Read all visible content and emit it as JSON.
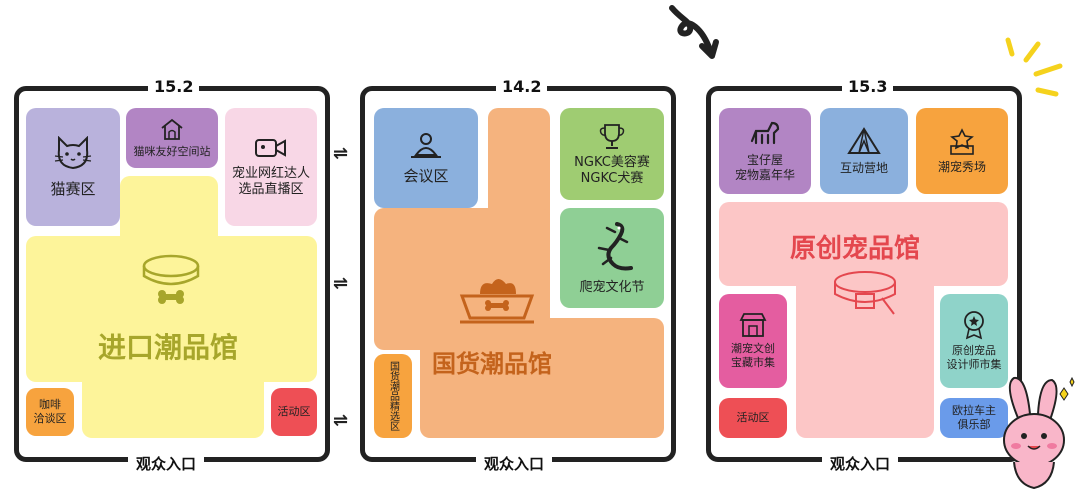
{
  "halls": [
    {
      "number": "15.2",
      "entrance": "观众入口",
      "zones": {
        "cat_show": "猫赛区",
        "cat_friendly": "猫咪友好空间站",
        "influencer": "宠业网红达人\n选品直播区",
        "main": "进口潮品馆",
        "coffee": "咖啡\n洽谈区",
        "activity": "活动区"
      }
    },
    {
      "number": "14.2",
      "entrance": "观众入口",
      "zones": {
        "meeting": "会议区",
        "ngkc": "NGKC美容赛\nNGKC犬赛",
        "reptile": "爬宠文化节",
        "main": "国货潮品馆",
        "vertical": "国货潮品精选区"
      }
    },
    {
      "number": "15.3",
      "entrance": "观众入口",
      "zones": {
        "baozai": "宝仔屋\n宠物嘉年华",
        "camp": "互动营地",
        "show": "潮宠秀场",
        "main": "原创宠品馆",
        "culture_market": "潮宠文创\n宝藏市集",
        "activity": "活动区",
        "designer_market": "原创宠品\n设计师市集",
        "car_club": "欧拉车主\n俱乐部"
      }
    }
  ],
  "colors": {
    "purple": "#b9b2dc",
    "mauve": "#b285c4",
    "pink_light": "#f8d7e6",
    "yellow": "#fdf49a",
    "orange_light": "#f5b37e",
    "blue": "#8bb0dd",
    "green": "#9fcc72",
    "green_light": "#8fcf95",
    "orange": "#f7a33e",
    "red": "#ee4f55",
    "rose": "#fcc6c6",
    "magenta": "#e45da0",
    "teal": "#8fd3c9",
    "cornflower": "#6a9bea"
  },
  "connector": "⇌"
}
